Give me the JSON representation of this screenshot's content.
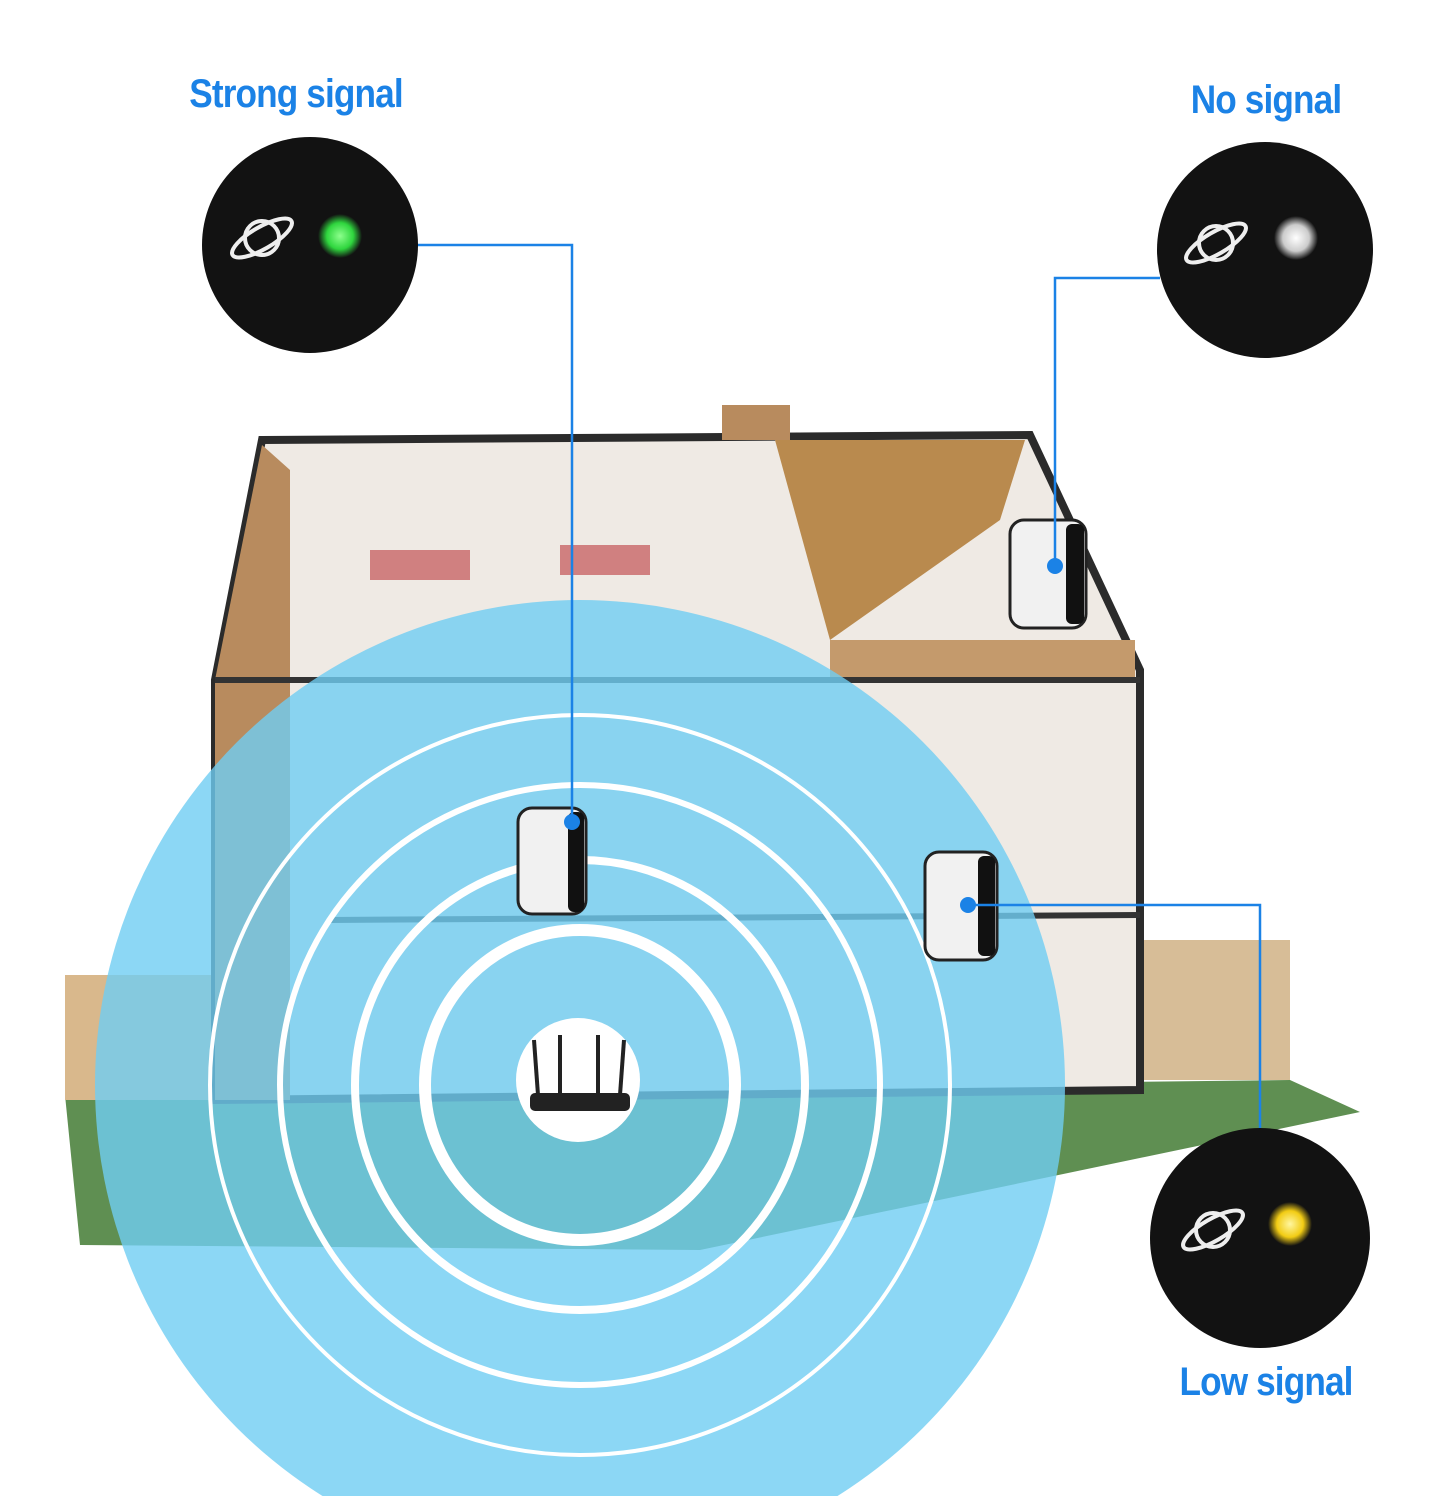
{
  "labels": {
    "strong": "Strong signal",
    "none": "No signal",
    "low": "Low signal"
  },
  "indicators": [
    {
      "state": "strong",
      "led_color": "#39e04a",
      "icon": "planet-icon"
    },
    {
      "state": "none",
      "led_color": "#d9d9d9",
      "icon": "planet-icon"
    },
    {
      "state": "low",
      "led_color": "#f5d21c",
      "icon": "planet-icon"
    }
  ],
  "device_logo": "WiFi",
  "colors": {
    "accent": "#1b82e6",
    "coverage": "#6fcdf3",
    "ring": "#ffffff"
  }
}
